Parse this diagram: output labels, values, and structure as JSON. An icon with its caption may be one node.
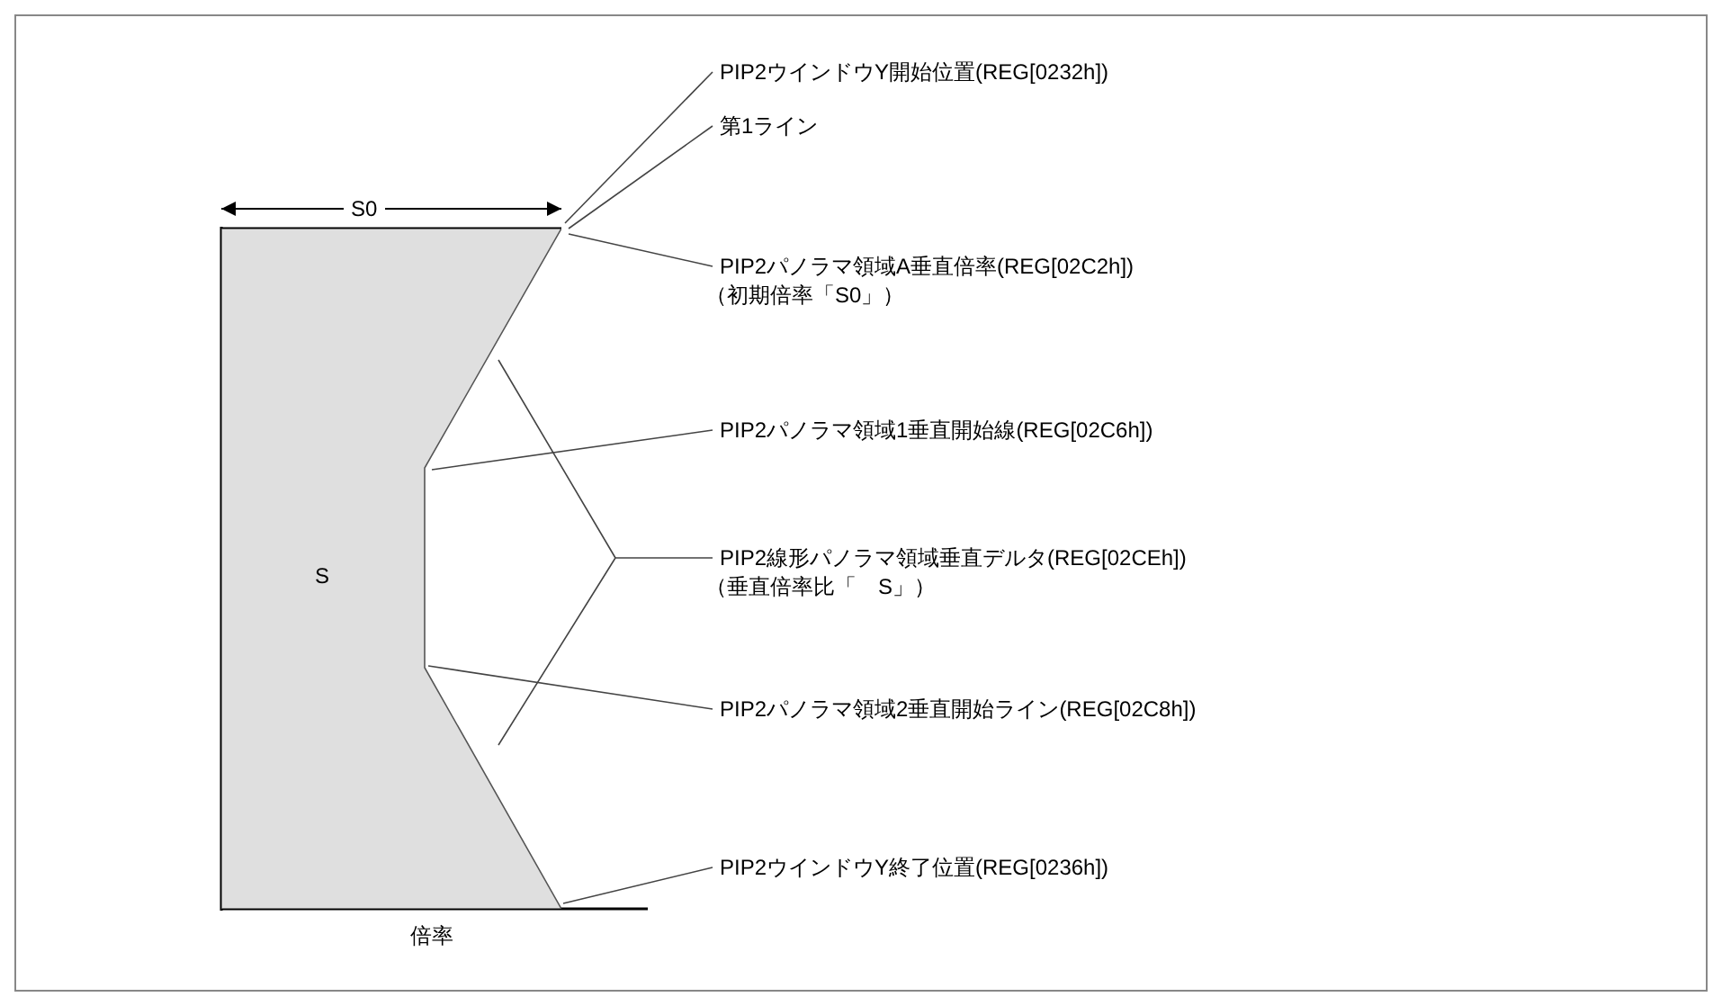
{
  "diagram": {
    "nodes": [
      {
        "text": [
          "S"
        ],
        "beside": [
          "S0",
          "倍率"
        ]
      },
      {
        "text": [
          "PIP2ウインドウY開始位置(REG[0232h])"
        ]
      },
      {
        "text": [
          "第1ライン"
        ]
      },
      {
        "text": [
          "PIP2パノラマ領域A垂直倍率(REG[02C2h])",
          "（初期倍率「S0」）"
        ]
      },
      {
        "text": [
          "PIP2パノラマ領域1垂直開始線(REG[02C6h])"
        ]
      },
      {
        "text": [
          "PIP2線形パノラマ領域垂直デルタ(REG[02CEh])",
          "（垂直倍率比「　S」）"
        ]
      },
      {
        "text": [
          "PIP2パノラマ領域2垂直開始ライン(REG[02C8h])"
        ]
      },
      {
        "text": [
          "PIP2ウインドウY終了位置(REG[0236h])"
        ]
      }
    ],
    "edges": [
      {
        "from": 1,
        "to": 0,
        "arrow": "none"
      },
      {
        "from": 2,
        "to": 0,
        "arrow": "none"
      },
      {
        "from": 3,
        "to": 0,
        "arrow": "none"
      },
      {
        "from": 4,
        "to": 0,
        "arrow": "none"
      },
      {
        "from": 5,
        "to": 0,
        "arrow": "none"
      },
      {
        "from": 6,
        "to": 0,
        "arrow": "none"
      },
      {
        "from": 7,
        "to": 0,
        "arrow": "none"
      }
    ]
  }
}
